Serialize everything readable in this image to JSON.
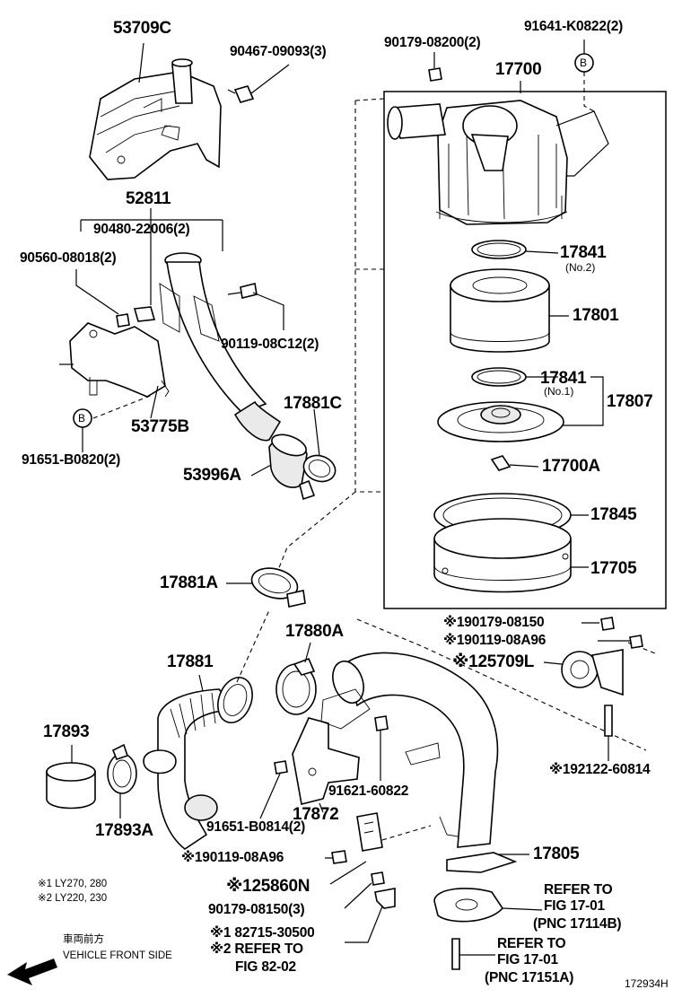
{
  "parts": {
    "p53709C": "53709C",
    "p90467": "90467-09093(3)",
    "p90179a": "90179-08200(2)",
    "p91641": "91641-K0822(2)",
    "p17700": "17700",
    "p52811": "52811",
    "p90480": "90480-22006(2)",
    "p90560": "90560-08018(2)",
    "p90119a": "90119-08C12(2)",
    "p53775B": "53775B",
    "p91651a": "91651-B0820(2)",
    "p53996A": "53996A",
    "p17881C": "17881C",
    "p17841a": "17841",
    "p17841a_sub": "(No.2)",
    "p17801": "17801",
    "p17841b": "17841",
    "p17841b_sub": "(No.1)",
    "p17807": "17807",
    "p17700A": "17700A",
    "p17845": "17845",
    "p17705": "17705",
    "p17881A": "17881A",
    "p17880A": "17880A",
    "p17881": "17881",
    "p90179b": "※190179-08150",
    "p90119b": "※190119-08A96",
    "p25709L": "※125709L",
    "p17893": "17893",
    "p92122": "※192122-60814",
    "p91621": "91621-60822",
    "p17893A": "17893A",
    "p91651b": "91651-B0814(2)",
    "p17872": "17872",
    "p17805": "17805",
    "p90119c": "※190119-08A96",
    "p25860N": "※125860N",
    "p90179c": "90179-08150(3)",
    "p82715": "※1 82715-30500",
    "p82refer": "※2 REFER TO",
    "p82fig": "FIG 82-02",
    "ref1_a": "REFER TO",
    "ref1_b": "FIG 17-01",
    "ref1_c": "(PNC 17114B)",
    "ref2_a": "REFER TO",
    "ref2_b": "FIG 17-01",
    "ref2_c": "(PNC 17151A)",
    "note1": "※1 LY270, 280",
    "note2": "※2 LY220, 230",
    "front_jp": "車両前方",
    "front_en": "VEHICLE FRONT SIDE",
    "diagram_id": "172934H",
    "marker_b": "B"
  }
}
